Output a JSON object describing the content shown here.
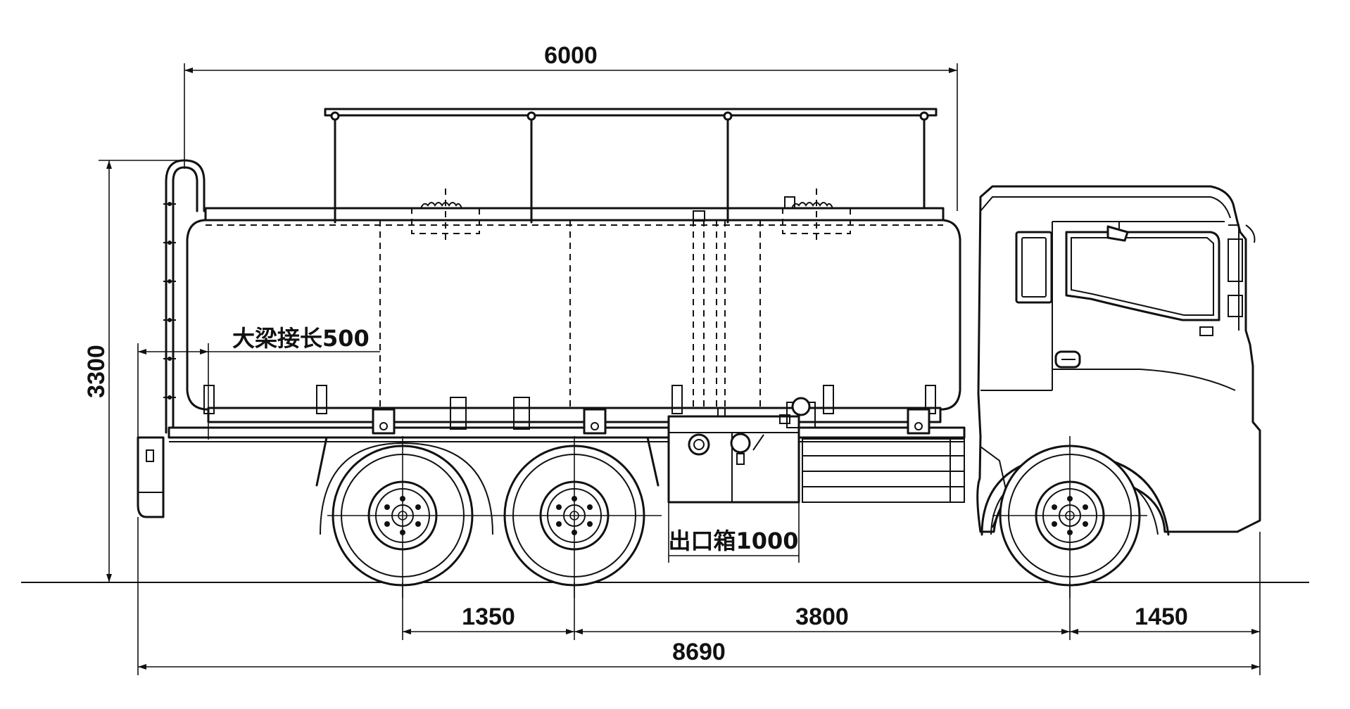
{
  "dimensions": {
    "body_length": "6000",
    "overall_height": "3300",
    "rear_axle_spacing": "1350",
    "wheelbase": "3800",
    "front_overhang": "1450",
    "overall_length": "8690"
  },
  "labels": {
    "frame_extension": "大梁接长500",
    "outlet_box": "出口箱1000"
  }
}
